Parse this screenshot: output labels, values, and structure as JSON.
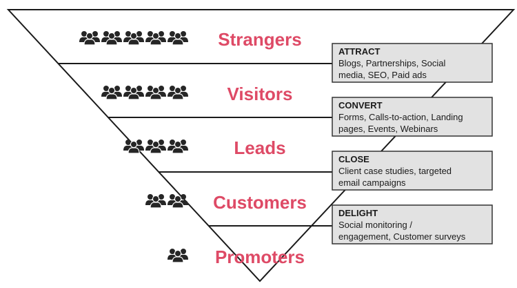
{
  "colors": {
    "label": "#de4a66",
    "icon": "#262626",
    "line": "#1a1a1a",
    "box_fill": "#e2e2e2",
    "box_border": "#333333"
  },
  "stages": [
    {
      "label": "Strangers",
      "people_icon_count": 5
    },
    {
      "label": "Visitors",
      "people_icon_count": 4
    },
    {
      "label": "Leads",
      "people_icon_count": 3
    },
    {
      "label": "Customers",
      "people_icon_count": 2
    },
    {
      "label": "Promoters",
      "people_icon_count": 1
    }
  ],
  "actions": [
    {
      "title": "ATTRACT",
      "lines": [
        "Blogs, Partnerships, Social",
        "media, SEO, Paid ads"
      ]
    },
    {
      "title": "CONVERT",
      "lines": [
        "Forms, Calls-to-action, Landing",
        "pages, Events, Webinars"
      ]
    },
    {
      "title": "CLOSE",
      "lines": [
        "Client case studies, targeted",
        "email campaigns"
      ]
    },
    {
      "title": "DELIGHT",
      "lines": [
        "Social monitoring /",
        "engagement, Customer surveys"
      ]
    }
  ],
  "icon_name": "people-group-icon"
}
